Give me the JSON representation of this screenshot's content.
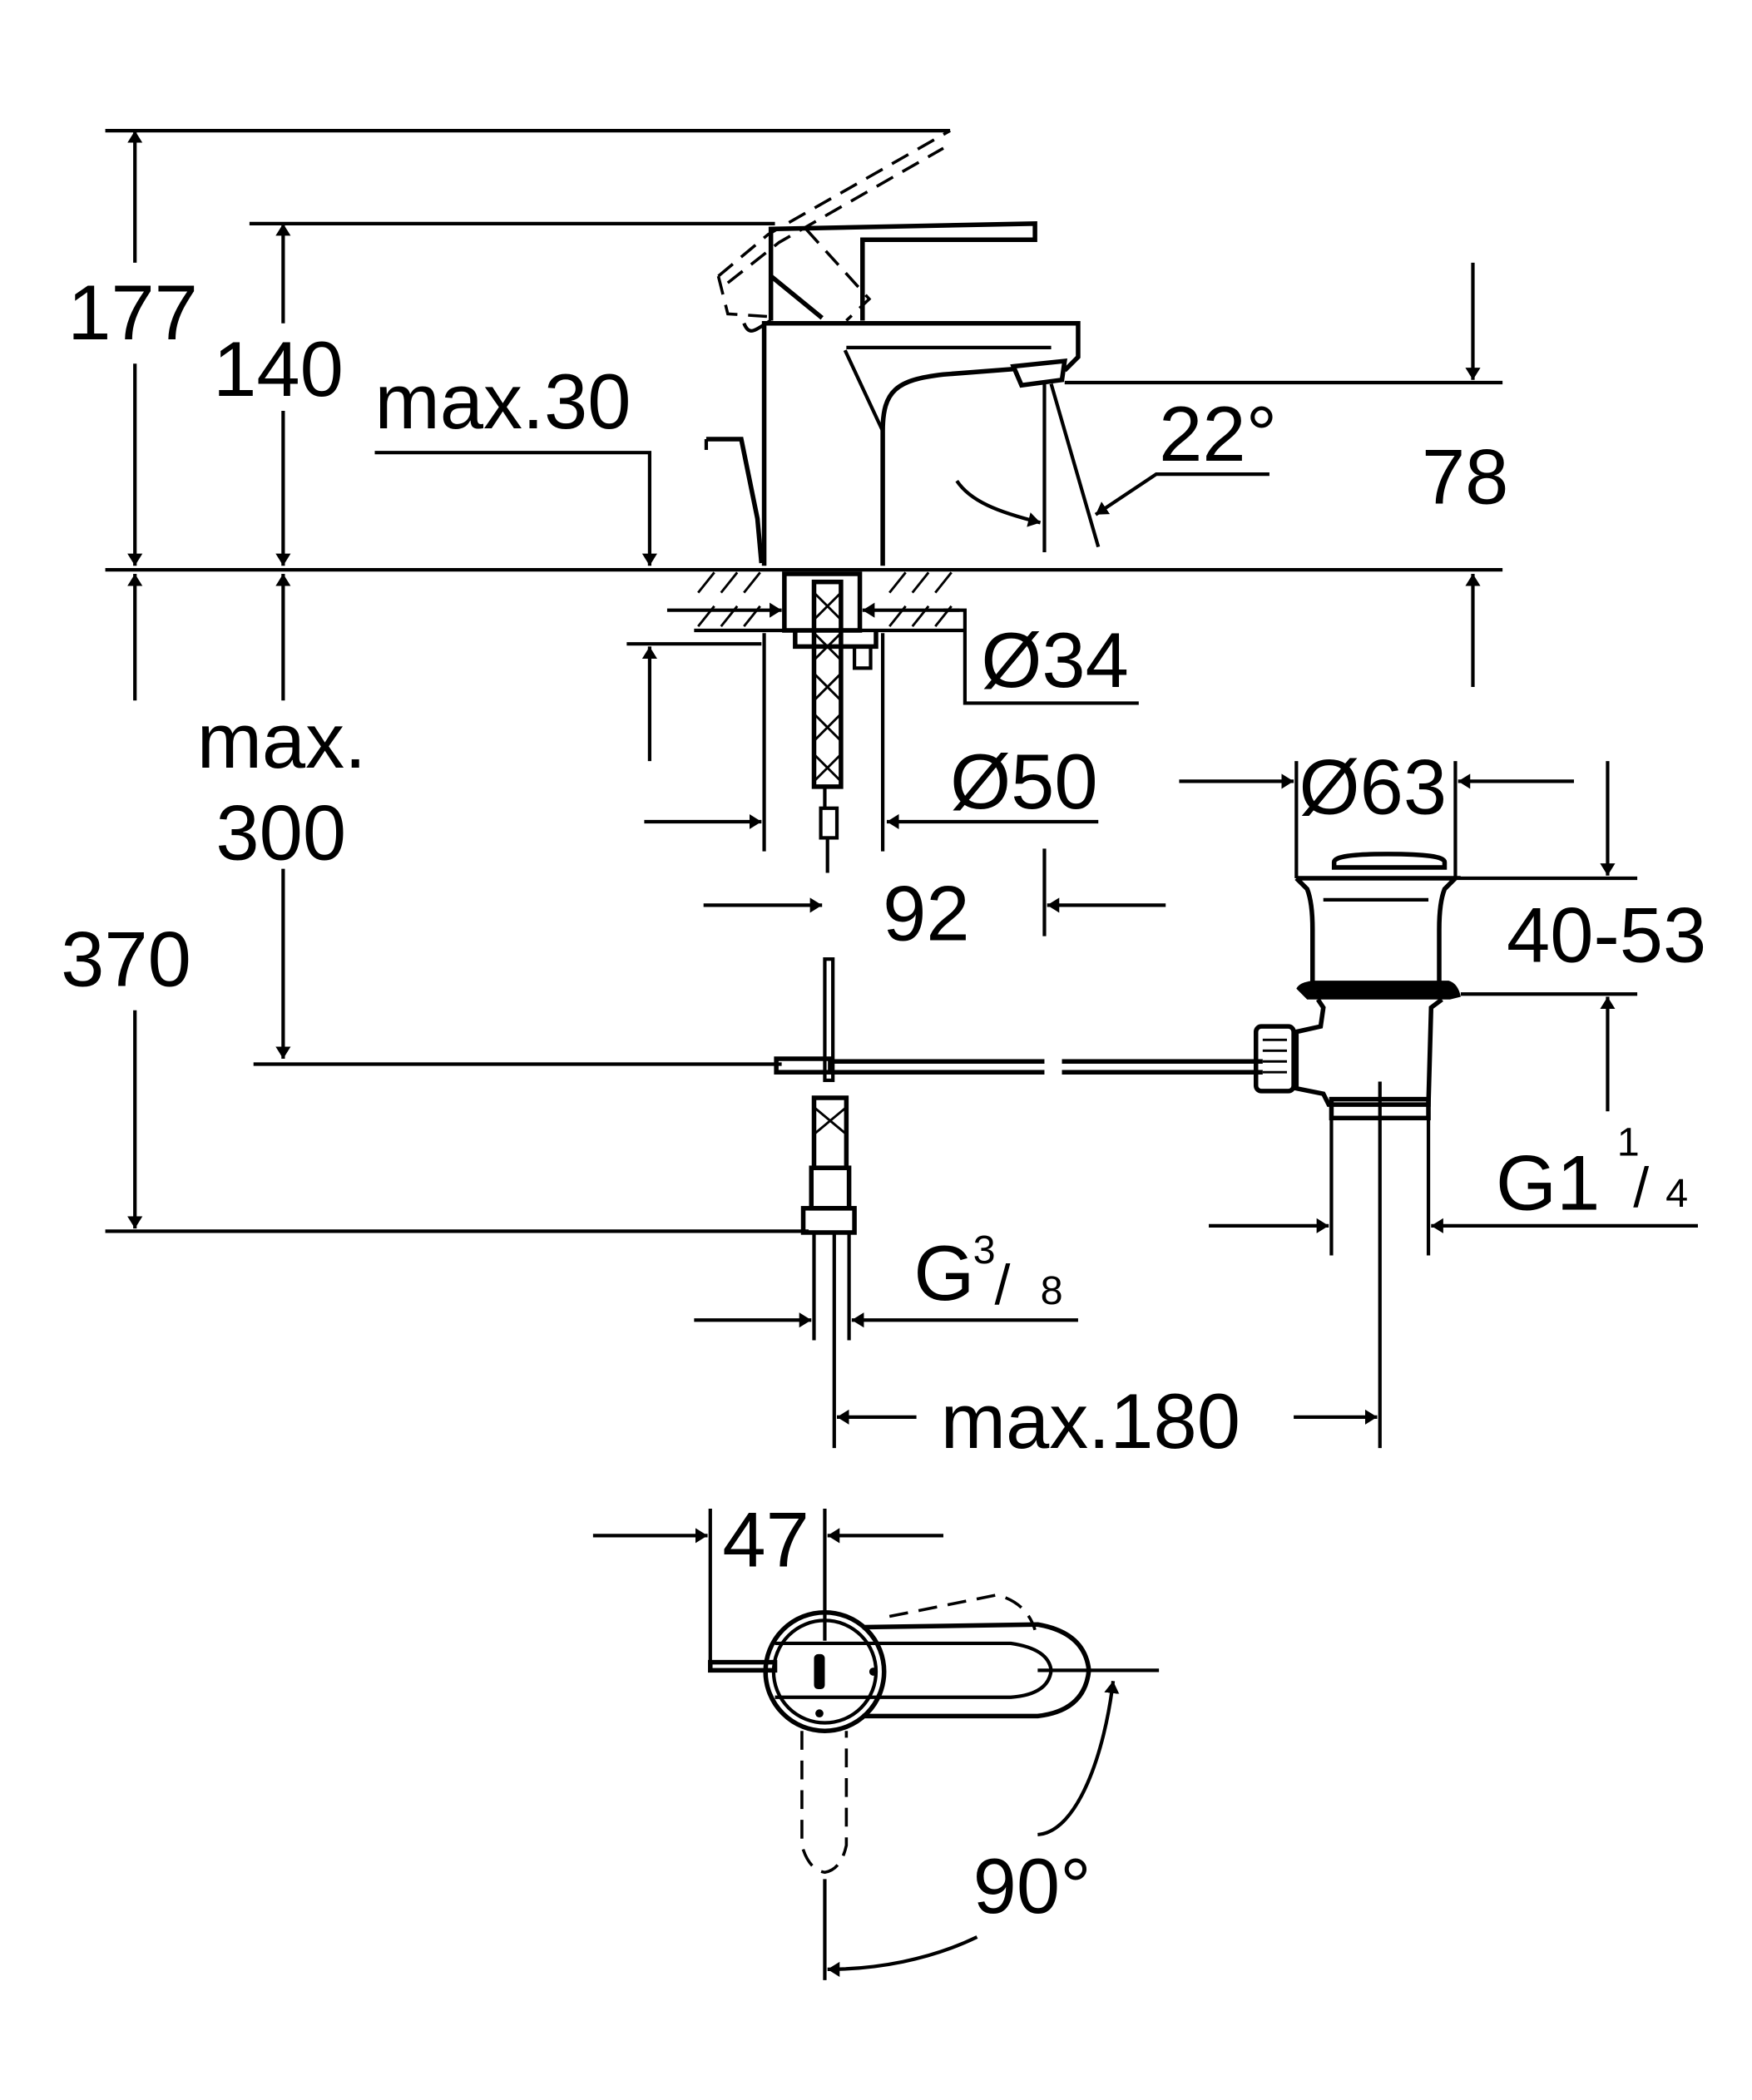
{
  "drawing": {
    "title": "Basin mixer technical drawing",
    "ink_color": "#000000",
    "background_color": "#ffffff"
  },
  "dimensions": {
    "total_height": "177",
    "spout_height": "140",
    "deck_thickness": "max.30",
    "spout_outlet_height": "78",
    "spout_angle": "22°",
    "hole_diameter_min": "Ø34",
    "hole_diameter_max": "Ø50",
    "spout_reach": "92",
    "drain_flange_diameter": "Ø63",
    "drain_adjust_range": "40-53",
    "hose_length_label_1": "max.",
    "hose_length_label_2": "300",
    "hose_total": "370",
    "drain_thread_main": "G1",
    "drain_thread_num": "1",
    "drain_thread_den": "4",
    "supply_thread_main": "G",
    "supply_thread_num": "3",
    "supply_thread_den": "8",
    "drain_offset": "max.180",
    "lever_offset": "47",
    "lever_rotation": "90°"
  }
}
